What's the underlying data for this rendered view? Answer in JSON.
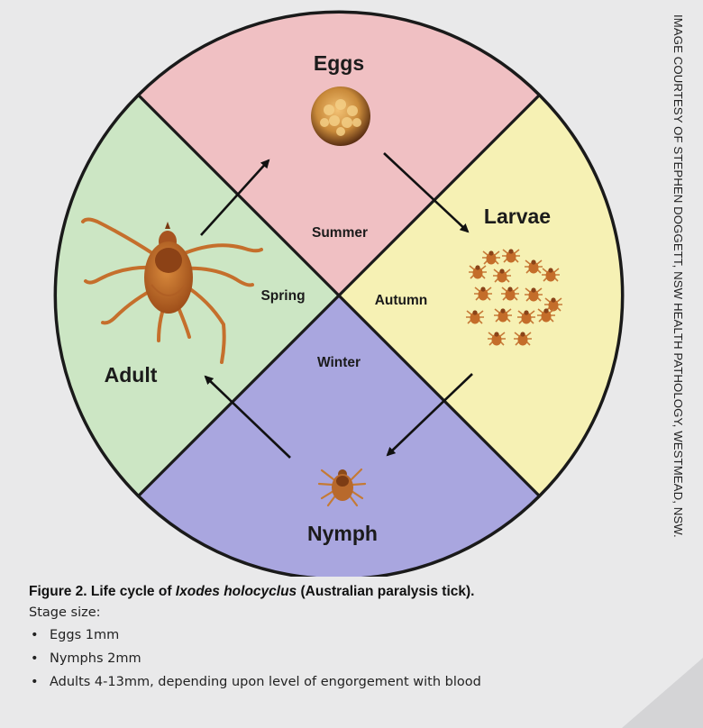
{
  "diagram": {
    "stages": {
      "eggs": "Eggs",
      "larvae": "Larvae",
      "nymph": "Nymph",
      "adult": "Adult"
    },
    "seasons": {
      "summer": "Summer",
      "autumn": "Autumn",
      "winter": "Winter",
      "spring": "Spring"
    },
    "colors": {
      "eggs_sector": "#f0c0c3",
      "larvae_sector": "#f6f1b4",
      "nymph_sector": "#a9a6df",
      "adult_sector": "#cce6c4",
      "outline": "#1a1a1a",
      "tick_body": "#c86e27"
    }
  },
  "credit": "IMAGE COURTESY OF STEPHEN DOGGETT, NSW HEALTH PATHOLOGY, WESTMEAD, NSW.",
  "caption": {
    "title_prefix": "Figure 2. Life cycle of ",
    "title_species": "Ixodes holocyclus",
    "title_suffix": " (Australian paralysis tick).",
    "subtitle": "Stage size:",
    "bullet": "•",
    "items": [
      "Eggs 1mm",
      "Nymphs 2mm",
      "Adults 4-13mm, depending upon level of engorgement with blood"
    ]
  }
}
